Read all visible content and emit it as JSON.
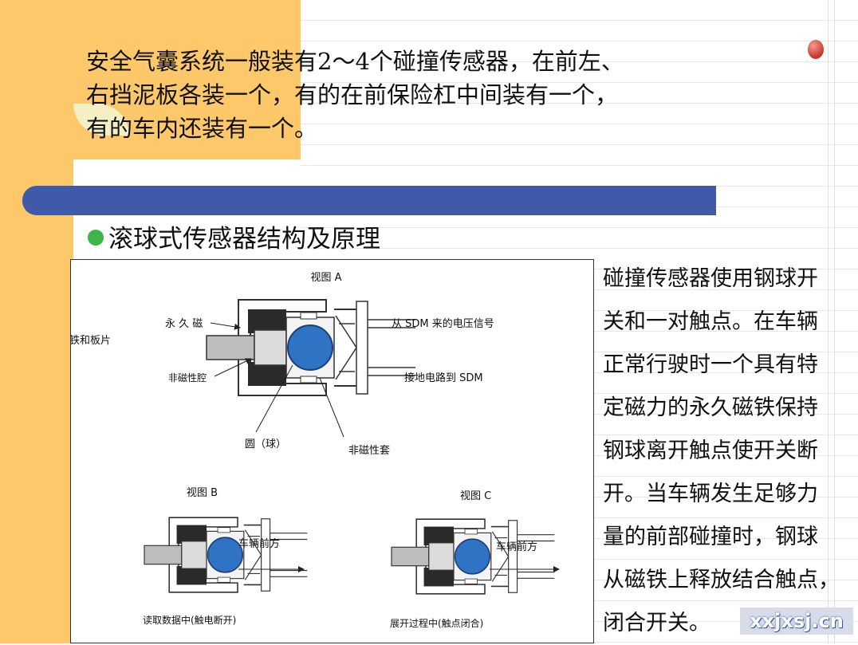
{
  "headline": {
    "line1": "安全气囊系统一般装有2～4个碰撞传感器，在前左、",
    "line2": "右挡泥板各装一个，有的在前保险杠中间装有一个，",
    "line3": "有的车内还装有一个。"
  },
  "section": {
    "title": "滚球式传感器结构及原理"
  },
  "diagram": {
    "view_a": "视图 A",
    "permanent_magnet": "永 久 磁",
    "cut_label": "铁和板片",
    "voltage_signal": "从 SDM 来的电压信号",
    "non_magnetic_cavity": "非磁性腔",
    "ground_circuit": "接地电路到 SDM",
    "ball": "圆（球）",
    "non_magnetic_sleeve": "非磁性套",
    "view_b": "视图 B",
    "view_c": "视图 C",
    "vehicle_front_b": "车辆前方",
    "vehicle_front_c": "车辆前方",
    "caption_b": "读取数据中(触电断开)",
    "caption_c": "展开过程中(触点闭合)"
  },
  "explanation": {
    "lines": [
      "碰撞传感器使用钢球开",
      "关和一对触点。在车辆",
      "正常行驶时一个具有特",
      "定磁力的永久磁铁保持",
      "钢球离开触点使开关断",
      "开。当车辆发生足够力",
      "量的前部碰撞时，钢球",
      "从磁铁上释放结合触点，",
      "闭合开关。"
    ]
  },
  "watermark": "xxjxsj.cn",
  "colors": {
    "accent_orange": "#fcc86a",
    "bar_blue": "#3e5aa8",
    "bullet_green": "#3cb54a",
    "ball_blue": "#2f73c4"
  }
}
